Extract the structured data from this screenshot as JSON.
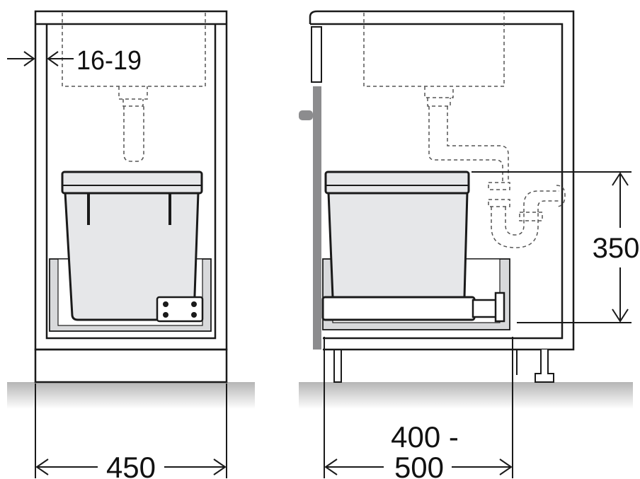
{
  "labels": {
    "wall_thickness": "16-19",
    "cabinet_width": "450",
    "cabinet_depth_line1": "400 -",
    "cabinet_depth_line2": "500",
    "bin_height": "350"
  },
  "colors": {
    "line": "#1a1a1a",
    "bin_fill": "#e6e7e9",
    "frame_fill": "#d8d9db",
    "door_fill": "#8c8c8e",
    "floor_dark": "#b9b9b9",
    "floor_light": "#ffffff",
    "dashed": "#555555"
  }
}
